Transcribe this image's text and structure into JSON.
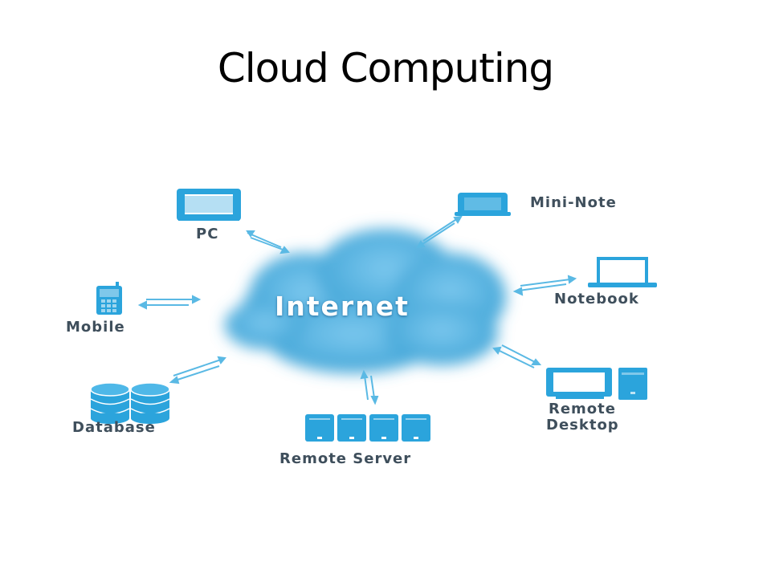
{
  "slide": {
    "title": "Cloud Computing"
  },
  "diagram": {
    "center_label": "Internet",
    "nodes": {
      "pc": "PC",
      "mini_note": "Mini-Note",
      "mobile": "Mobile",
      "notebook": "Notebook",
      "database": "Database",
      "remote_desktop_line1": "Remote",
      "remote_desktop_line2": "Desktop",
      "remote_server": "Remote Server"
    },
    "icons": [
      "pc-icon",
      "mini-note-icon",
      "mobile-icon",
      "notebook-icon",
      "database-icon",
      "remote-desktop-icon",
      "remote-server-icon"
    ],
    "colors": {
      "icon": "#2ba4dc",
      "cloud": "#59b6e4",
      "label": "#3f4f5c"
    }
  }
}
